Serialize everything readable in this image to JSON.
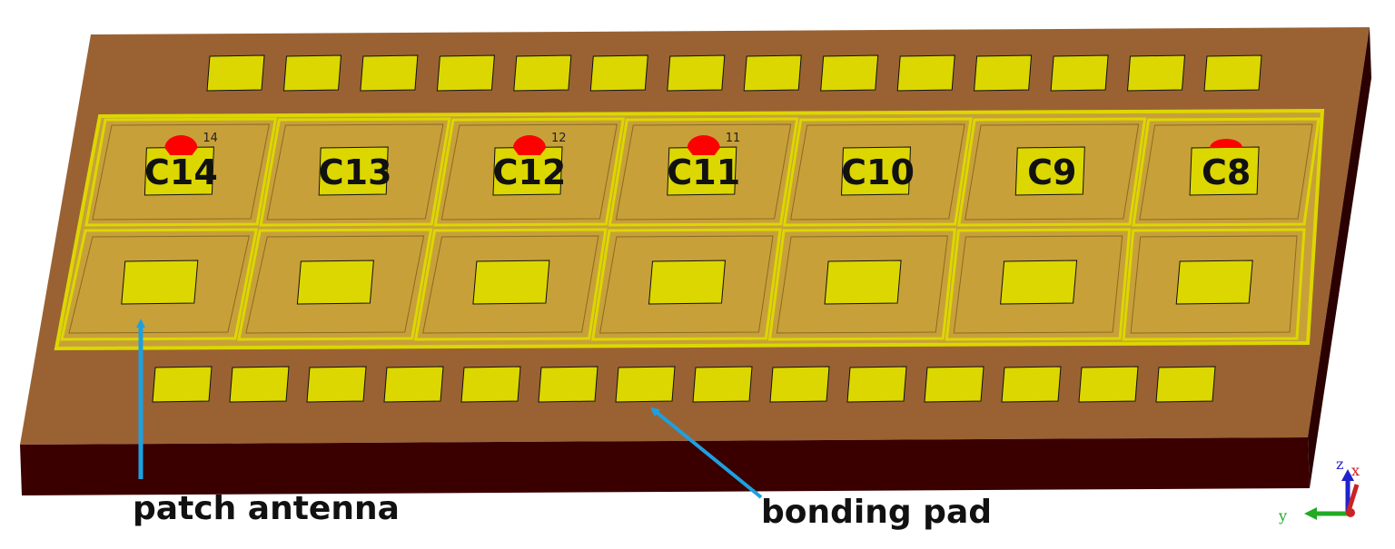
{
  "top_cells": [
    {
      "label": "C14",
      "port": "14"
    },
    {
      "label": "C13",
      "port": ""
    },
    {
      "label": "C12",
      "port": "12"
    },
    {
      "label": "C11",
      "port": "11"
    },
    {
      "label": "C10",
      "port": ""
    },
    {
      "label": "C9",
      "port": ""
    },
    {
      "label": "C8",
      "port": ""
    }
  ],
  "bottom_cell_count": 7,
  "top_pad_count": 14,
  "bottom_pad_count": 14,
  "annotations": {
    "patch_antenna": "patch antenna",
    "bonding_pad": "bonding pad"
  },
  "axes": {
    "z": "z",
    "x": "x",
    "y": "y"
  },
  "colors": {
    "substrate_top": "#9a6233",
    "substrate_front": "#3a0000",
    "substrate_side": "#2b0000",
    "metal": "#dcd700",
    "cell_fill": "#c8a03a",
    "port_marker": "#ff0000",
    "arrow": "#1ea0e0"
  }
}
